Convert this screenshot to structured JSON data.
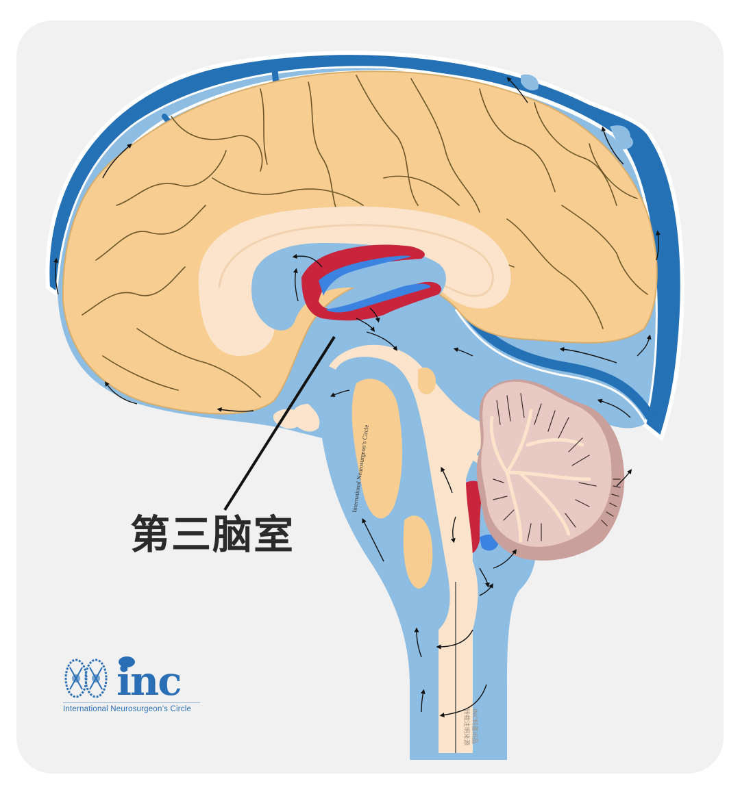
{
  "diagram": {
    "title_label": "第三脑室",
    "subject": "Sagittal brain section showing cerebrospinal fluid circulation",
    "pointer_target": "third ventricle"
  },
  "logo": {
    "letters": "inc",
    "caption": "International  Neurosurgeon’s  Circle"
  },
  "watermarks": {
    "brainstem_text": "International Neurosurgeon’s Circle",
    "spinal_text_line1": "INC科普出品",
    "spinal_text_line2": "转载注明来源"
  },
  "colors": {
    "background_card": "#f1f1f1",
    "sinus_dark_blue": "#2471b5",
    "csf_light_blue": "#8dbde2",
    "cortex": "#f7cd91",
    "white_matter": "#fbe4cb",
    "cerebellum": "#e8c9c4",
    "choroid_red": "#c8243c",
    "choroid_blue": "#3c82e0",
    "label_text": "#2a2a2a",
    "logo_blue": "#2a6fb5"
  }
}
